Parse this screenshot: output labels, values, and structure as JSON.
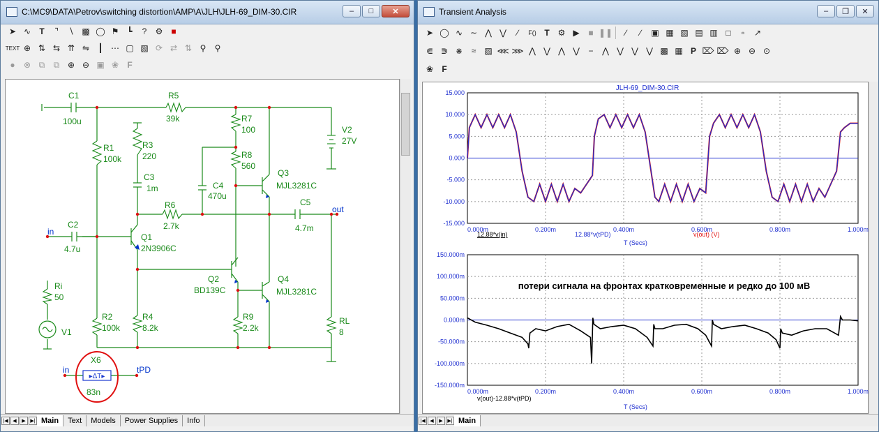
{
  "left": {
    "title": "C:\\MC9\\DATA\\Petrov\\switching distortion\\AMP\\A\\JLH\\JLH-69_DIM-30.CIR",
    "tabs": [
      "Main",
      "Text",
      "Models",
      "Power Supplies",
      "Info"
    ],
    "schematic": {
      "C1": "C1",
      "C1_val": "100u",
      "R5": "R5",
      "R5_val": "39k",
      "R7": "R7",
      "R7_val": "100",
      "R8": "R8",
      "R8_val": "560",
      "V2": "V2",
      "V2_val": "27V",
      "R1": "R1",
      "R1_val": "100k",
      "R3": "R3",
      "R3_val": "220",
      "C3": "C3",
      "C3_val": "1m",
      "C4": "C4",
      "C4_val": "470u",
      "Q3": "Q3",
      "Q3_val": "MJL3281C",
      "R6": "R6",
      "R6_val": "2.7k",
      "C5": "C5",
      "C5_val": "4.7m",
      "out": "out",
      "in": "in",
      "C2": "C2",
      "C2_val": "4.7u",
      "Q1": "Q1",
      "Q1_val": "2N3906C",
      "Q2": "Q2",
      "Q2_val": "BD139C",
      "Q4": "Q4",
      "Q4_val": "MJL3281C",
      "Ri": "Ri",
      "Ri_val": "50",
      "V1": "V1",
      "R2": "R2",
      "R2_val": "100k",
      "R4": "R4",
      "R4_val": "8.2k",
      "R9": "R9",
      "R9_val": "2.2k",
      "RL": "RL",
      "RL_val": "8",
      "X6": "X6",
      "X6_val": "83n",
      "in2": "in",
      "tPD": "tPD"
    }
  },
  "right": {
    "title": "Transient Analysis",
    "tabs": [
      "Main"
    ],
    "plot_title": "JLH-69_DIM-30.CIR",
    "annotation": "потери сигнала на фронтах кратковременные и редко до 100 мВ",
    "upper_legend": {
      "a": "12.88*v(in)",
      "b": "12.88*v(tPD)",
      "c": "v(out) (V)"
    },
    "lower_legend": "v(out)-12.88*v(tPD)",
    "xlabel": "T (Secs)"
  },
  "chart_data": [
    {
      "type": "line",
      "title": "JLH-69_DIM-30.CIR",
      "xlabel": "T (Secs)",
      "x_ticks": [
        "0.000m",
        "0.200m",
        "0.400m",
        "0.600m",
        "0.800m",
        "1.000m"
      ],
      "y_ticks": [
        "15.000",
        "10.000",
        "5.000",
        "0.000",
        "-5.000",
        "-10.000",
        "-15.000"
      ],
      "xlim": [
        0,
        1.0
      ],
      "ylim": [
        -15,
        15
      ],
      "grid": true,
      "colors": {
        "12.88*v(in)": "#000000",
        "12.88*v(tPD)": "#1f2fd0",
        "v(out) (V)": "#e01010"
      },
      "series": [
        {
          "name": "v(out) (V)",
          "x": [
            0,
            0.005,
            0.02,
            0.035,
            0.05,
            0.065,
            0.08,
            0.095,
            0.11,
            0.125,
            0.14,
            0.155,
            0.17,
            0.185,
            0.2,
            0.215,
            0.23,
            0.245,
            0.26,
            0.275,
            0.29,
            0.305,
            0.32,
            0.325,
            0.335,
            0.35,
            0.365,
            0.38,
            0.395,
            0.41,
            0.425,
            0.44,
            0.455,
            0.47,
            0.48,
            0.49,
            0.505,
            0.52,
            0.535,
            0.55,
            0.565,
            0.58,
            0.595,
            0.61,
            0.62,
            0.63,
            0.645,
            0.66,
            0.675,
            0.69,
            0.705,
            0.72,
            0.735,
            0.75,
            0.765,
            0.78,
            0.795,
            0.81,
            0.825,
            0.84,
            0.855,
            0.87,
            0.885,
            0.9,
            0.915,
            0.93,
            0.945,
            0.955,
            0.965,
            0.98,
            0.995,
            1.0
          ],
          "y": [
            0,
            7,
            10,
            7,
            10,
            7,
            10,
            7,
            10,
            6,
            -3,
            -9,
            -10,
            -6,
            -10,
            -6,
            -10,
            -6,
            -10,
            -7,
            -8,
            -6,
            -4,
            5,
            9,
            10,
            7,
            10,
            7,
            10,
            7,
            10,
            6,
            -3,
            -9,
            -10,
            -6,
            -10,
            -6,
            -10,
            -6,
            -10,
            -7,
            -8,
            5,
            8,
            10,
            7,
            10,
            7,
            10,
            7,
            10,
            6,
            -3,
            -9,
            -10,
            -6,
            -10,
            -6,
            -10,
            -6,
            -10,
            -7,
            -9,
            -6,
            -3,
            6,
            7,
            8,
            8,
            8
          ]
        },
        {
          "name": "12.88*v(tPD)",
          "x": [
            0,
            0.005,
            0.02,
            0.035,
            0.05,
            0.065,
            0.08,
            0.095,
            0.11,
            0.125,
            0.14,
            0.155,
            0.17,
            0.185,
            0.2,
            0.215,
            0.23,
            0.245,
            0.26,
            0.275,
            0.29,
            0.305,
            0.32,
            0.325,
            0.335,
            0.35,
            0.365,
            0.38,
            0.395,
            0.41,
            0.425,
            0.44,
            0.455,
            0.47,
            0.48,
            0.49,
            0.505,
            0.52,
            0.535,
            0.55,
            0.565,
            0.58,
            0.595,
            0.61,
            0.62,
            0.63,
            0.645,
            0.66,
            0.675,
            0.69,
            0.705,
            0.72,
            0.735,
            0.75,
            0.765,
            0.78,
            0.795,
            0.81,
            0.825,
            0.84,
            0.855,
            0.87,
            0.885,
            0.9,
            0.915,
            0.93,
            0.945,
            0.955,
            0.965,
            0.98,
            0.995,
            1.0
          ],
          "y": [
            0,
            7,
            10,
            7,
            10,
            7,
            10,
            7,
            10,
            6,
            -3,
            -9,
            -10,
            -6,
            -10,
            -6,
            -10,
            -6,
            -10,
            -7,
            -8,
            -6,
            -4,
            5,
            9,
            10,
            7,
            10,
            7,
            10,
            7,
            10,
            6,
            -3,
            -9,
            -10,
            -6,
            -10,
            -6,
            -10,
            -6,
            -10,
            -7,
            -8,
            5,
            8,
            10,
            7,
            10,
            7,
            10,
            7,
            10,
            6,
            -3,
            -9,
            -10,
            -6,
            -10,
            -6,
            -10,
            -6,
            -10,
            -7,
            -9,
            -6,
            -3,
            6,
            7,
            8,
            8,
            8
          ]
        }
      ]
    },
    {
      "type": "line",
      "xlabel": "T (Secs)",
      "x_ticks": [
        "0.000m",
        "0.200m",
        "0.400m",
        "0.600m",
        "0.800m",
        "1.000m"
      ],
      "y_ticks": [
        "150.000m",
        "100.000m",
        "50.000m",
        "0.000m",
        "-50.000m",
        "-100.000m",
        "-150.000m"
      ],
      "xlim": [
        0,
        1.0
      ],
      "ylim": [
        -0.15,
        0.15
      ],
      "grid": true,
      "series": [
        {
          "name": "v(out)-12.88*v(tPD)",
          "x": [
            0,
            0.02,
            0.05,
            0.08,
            0.11,
            0.14,
            0.155,
            0.157,
            0.16,
            0.175,
            0.2,
            0.23,
            0.26,
            0.29,
            0.315,
            0.318,
            0.321,
            0.324,
            0.34,
            0.37,
            0.4,
            0.43,
            0.46,
            0.475,
            0.477,
            0.48,
            0.5,
            0.53,
            0.56,
            0.59,
            0.61,
            0.625,
            0.627,
            0.63,
            0.65,
            0.68,
            0.71,
            0.74,
            0.77,
            0.79,
            0.8,
            0.802,
            0.806,
            0.83,
            0.86,
            0.89,
            0.92,
            0.95,
            0.955,
            0.96,
            0.98,
            1.0
          ],
          "y": [
            0.005,
            -0.005,
            -0.012,
            -0.02,
            -0.03,
            -0.04,
            -0.055,
            -0.065,
            -0.03,
            -0.02,
            -0.025,
            -0.015,
            -0.01,
            -0.025,
            -0.04,
            -0.1,
            0.005,
            -0.01,
            -0.02,
            -0.015,
            -0.012,
            -0.02,
            -0.04,
            -0.06,
            -0.01,
            -0.02,
            -0.02,
            -0.012,
            -0.01,
            -0.02,
            -0.035,
            -0.06,
            0.0,
            -0.01,
            -0.02,
            -0.015,
            -0.012,
            -0.02,
            -0.03,
            -0.045,
            -0.065,
            -0.02,
            -0.03,
            -0.035,
            -0.025,
            -0.02,
            -0.02,
            -0.035,
            0.008,
            0.0,
            0.0,
            -0.002
          ]
        }
      ]
    }
  ]
}
